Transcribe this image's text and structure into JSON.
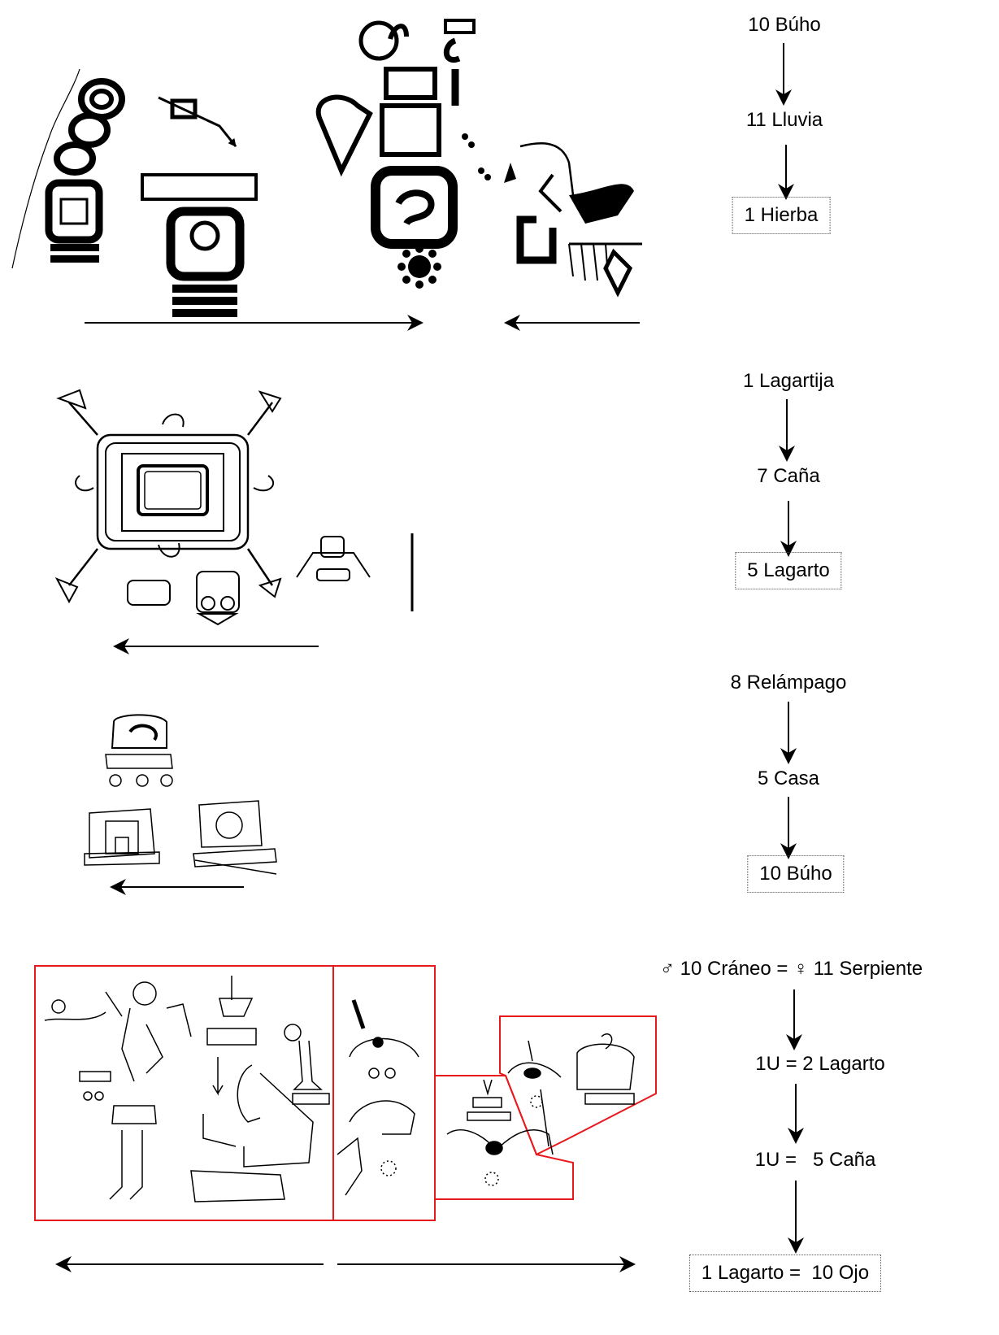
{
  "sequences": [
    {
      "labels": [
        "10 Búho",
        "11 Lluvia"
      ],
      "boxed_label": "1 Hierba"
    },
    {
      "labels": [
        "1 Lagartija",
        "7 Caña"
      ],
      "boxed_label": "5 Lagarto"
    },
    {
      "labels": [
        "8 Relámpago",
        "5 Casa"
      ],
      "boxed_label": "10 Búho"
    },
    {
      "header": {
        "male_symbol": "♂",
        "male_text": "10 Cráneo =",
        "female_symbol": "♀",
        "female_text": "11 Serpiente"
      },
      "labels": [
        "1U = 2 Lagarto",
        "1U =   5 Caña"
      ],
      "boxed_label": "1 Lagarto =  10 Ojo"
    }
  ],
  "colors": {
    "highlight_outline": "#e8191d",
    "ink": "#000000",
    "box_border": "#555555"
  }
}
